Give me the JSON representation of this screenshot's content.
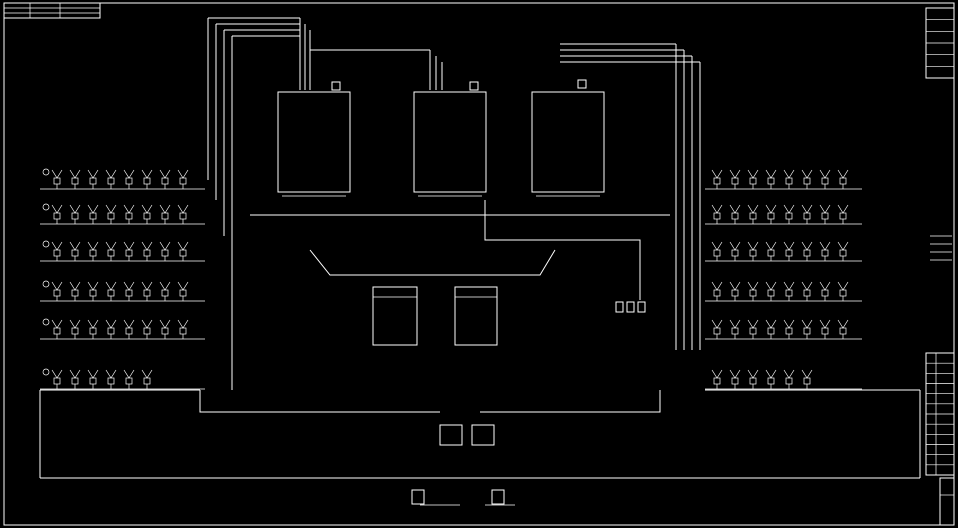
{
  "theme": {
    "background": "#000000",
    "line_color": "#ffffff"
  },
  "units": {
    "count": 3,
    "labels": [
      "",
      "",
      ""
    ]
  },
  "title_block": {
    "text": ""
  },
  "notes": {
    "text": ""
  },
  "tables": {
    "top_right_rows": 6,
    "bottom_right_rows": 12
  },
  "panels": {
    "count": 2
  }
}
